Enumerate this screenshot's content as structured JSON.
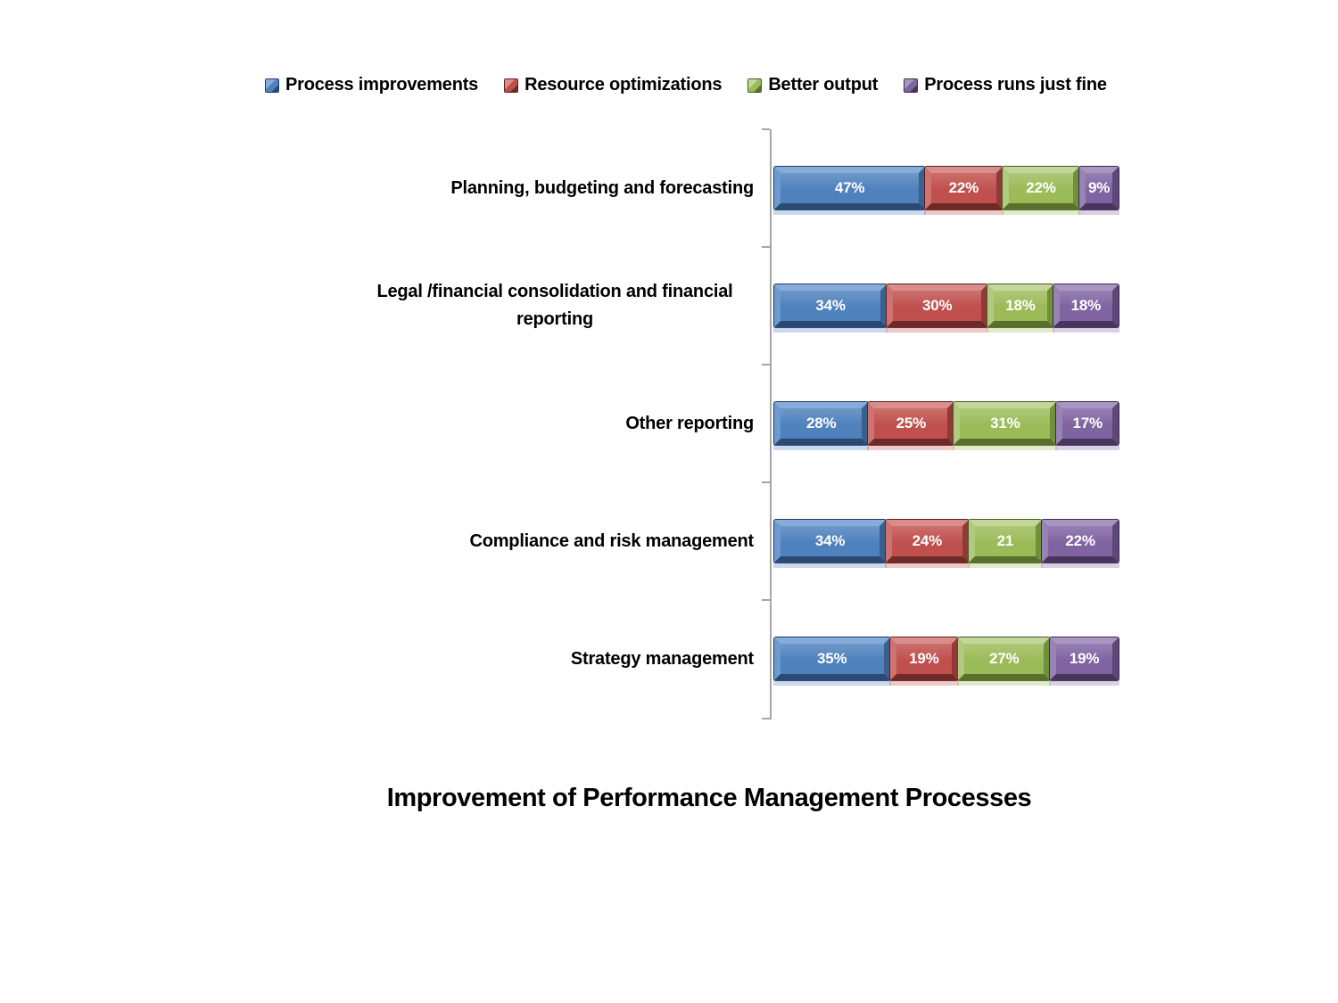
{
  "chart_data": {
    "type": "bar",
    "variant": "stacked-horizontal-100pct",
    "title": "Improvement of Performance Management Processes",
    "legend_position": "top",
    "orientation": "horizontal",
    "xlim": [
      0,
      100
    ],
    "categories": [
      "Planning, budgeting and forecasting",
      "Legal /financial consolidation and financial reporting",
      "Other reporting",
      "Compliance and risk management",
      "Strategy management"
    ],
    "series": [
      {
        "name": "Process improvements",
        "values": [
          47,
          34,
          28,
          34,
          35
        ]
      },
      {
        "name": "Resource optimizations",
        "values": [
          22,
          30,
          25,
          24,
          19
        ]
      },
      {
        "name": "Better output",
        "values": [
          22,
          18,
          31,
          21,
          27
        ]
      },
      {
        "name": "Process runs just fine",
        "values": [
          9,
          18,
          17,
          22,
          19
        ]
      }
    ],
    "data_labels": [
      [
        "47%",
        "22%",
        "22%",
        "9%"
      ],
      [
        "34%",
        "30%",
        "18%",
        "18%"
      ],
      [
        "28%",
        "25%",
        "31%",
        "17%"
      ],
      [
        "34%",
        "24%",
        "21",
        "22%"
      ],
      [
        "35%",
        "19%",
        "27%",
        "19%"
      ]
    ]
  },
  "colors": {
    "s0": {
      "base": "#4f81bd",
      "top": "#85acda",
      "left": "#6c9bd0",
      "right": "#3a608f",
      "bottom": "#2a4a74",
      "edge": "#1f3b5e"
    },
    "s1": {
      "base": "#c0504d",
      "top": "#da8e8b",
      "left": "#cf7370",
      "right": "#8f3a38",
      "bottom": "#6e2a28",
      "edge": "#5a1f1e"
    },
    "s2": {
      "base": "#9bbb59",
      "top": "#c4d79b",
      "left": "#b1ca7f",
      "right": "#71903a",
      "bottom": "#596f2b",
      "edge": "#47591f"
    },
    "s3": {
      "base": "#8064a2",
      "top": "#a995c2",
      "left": "#9883b5",
      "right": "#5e4878",
      "bottom": "#47355e",
      "edge": "#382a4c"
    },
    "axis": {
      "line": "#a6a6a6"
    }
  }
}
